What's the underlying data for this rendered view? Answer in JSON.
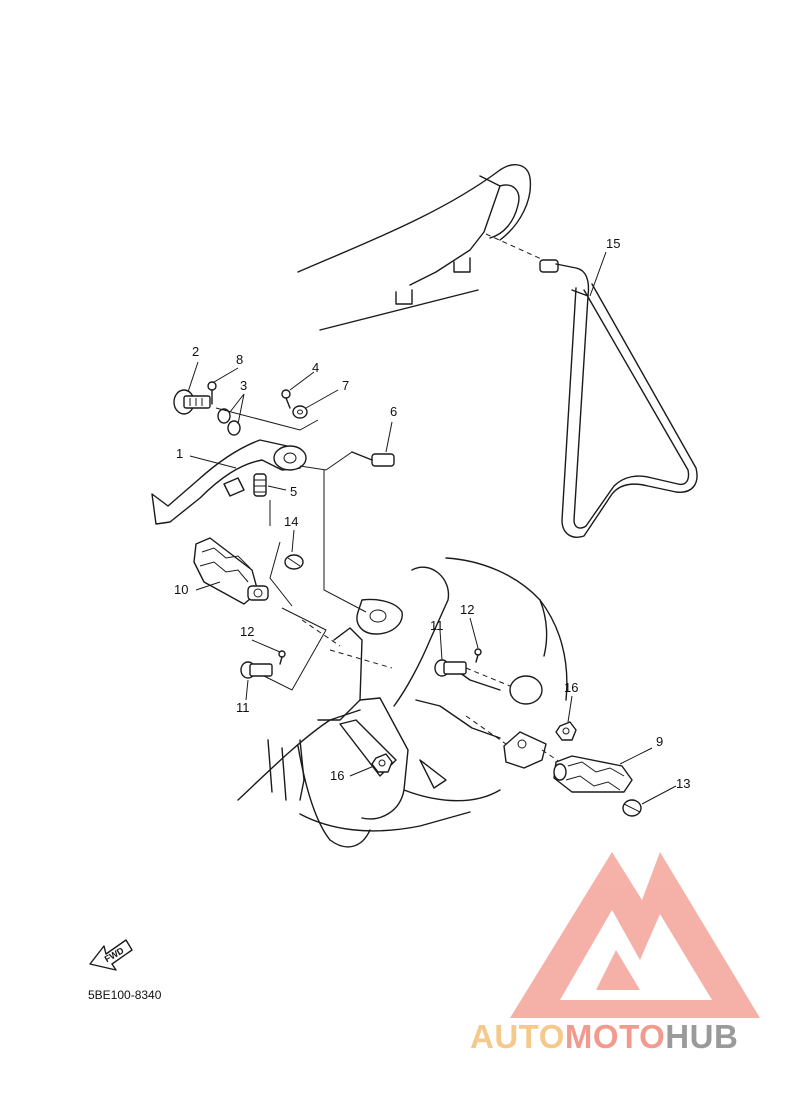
{
  "diagram_code": "5BE100-8340",
  "fwd_label": "FWD",
  "callouts": [
    "1",
    "2",
    "3",
    "4",
    "5",
    "6",
    "7",
    "8",
    "9",
    "10",
    "11",
    "11",
    "12",
    "12",
    "13",
    "14",
    "15",
    "16",
    "16"
  ],
  "watermark": {
    "part1": "AUTO",
    "part2": "MOTO",
    "part3": "HUB",
    "color_auto": "#f5c98a",
    "color_moto": "#f29a8e",
    "color_hub": "#9a9a9a",
    "logo_color": "#f4a39a"
  }
}
